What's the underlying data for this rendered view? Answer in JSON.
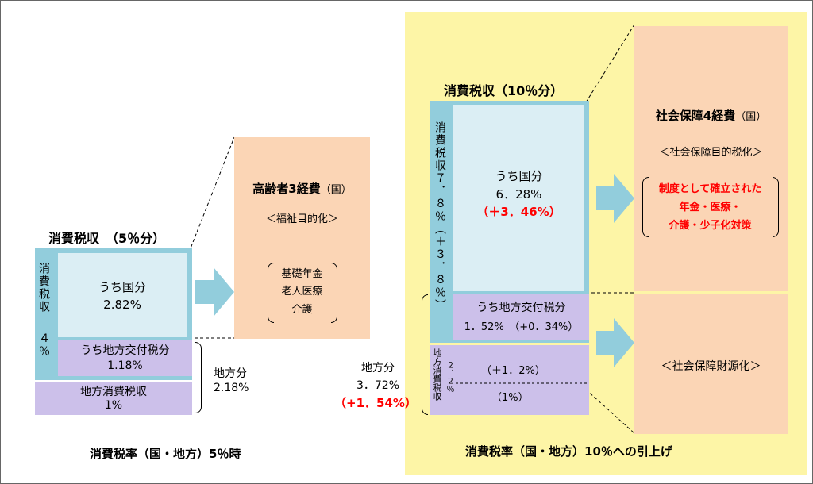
{
  "left": {
    "header": "消費税収　（5％分）",
    "vertical_label_top": "消費税収",
    "vertical_label_bottom": "４％",
    "national": {
      "label": "うち国分",
      "value": "2.82%"
    },
    "local_grant": {
      "label": "うち地方交付税分",
      "value": "1.18%"
    },
    "local_consumption": {
      "label": "地方消費税収",
      "value": "1%"
    },
    "local_total": {
      "label": "地方分",
      "value": "2.18%"
    },
    "footer": "消費税率（国・地方）5％時"
  },
  "elderly": {
    "title_bold": "高齢者3経費",
    "title_suffix": "（国）",
    "subtitle": "＜福祉目的化＞",
    "items": [
      "基礎年金",
      "老人医療",
      "介護"
    ]
  },
  "right": {
    "header": "消費税収（10％分）",
    "vertical_label": "消費税収７．８％（＋３．８％）",
    "national": {
      "label": "うち国分",
      "value": "6．28%",
      "increase": "（＋3．46%）"
    },
    "local_grant": {
      "label": "うち地方交付税分",
      "value": "1．52%　（+0．34%）"
    },
    "local_consumption_vertical": "地方消費税収",
    "local_consumption_rate": "２．２％",
    "local_increase": "（＋1．2%）",
    "local_base": "（1%）",
    "local_total": {
      "label": "地方分",
      "value": "3．72%",
      "increase": "（+1．54%）"
    },
    "footer": "消費税率（国・地方）10％への引上げ"
  },
  "social": {
    "title_bold": "社会保障4経費",
    "title_suffix": "（国）",
    "subtitle": "＜社会保障目的税化＞",
    "items": [
      "制度として確立された",
      "年金・医療・",
      "介護・少子化対策"
    ]
  },
  "social_fund": {
    "label": "＜社会保障財源化＞"
  },
  "colors": {
    "yellow_panel": "#fdf5a6",
    "pink_box": "#fbd5b5",
    "light_blue_box": "#dbeef4",
    "lavender_box": "#ccc0ea",
    "arrow_blue": "#92cddc",
    "red_text": "#ff0000"
  }
}
